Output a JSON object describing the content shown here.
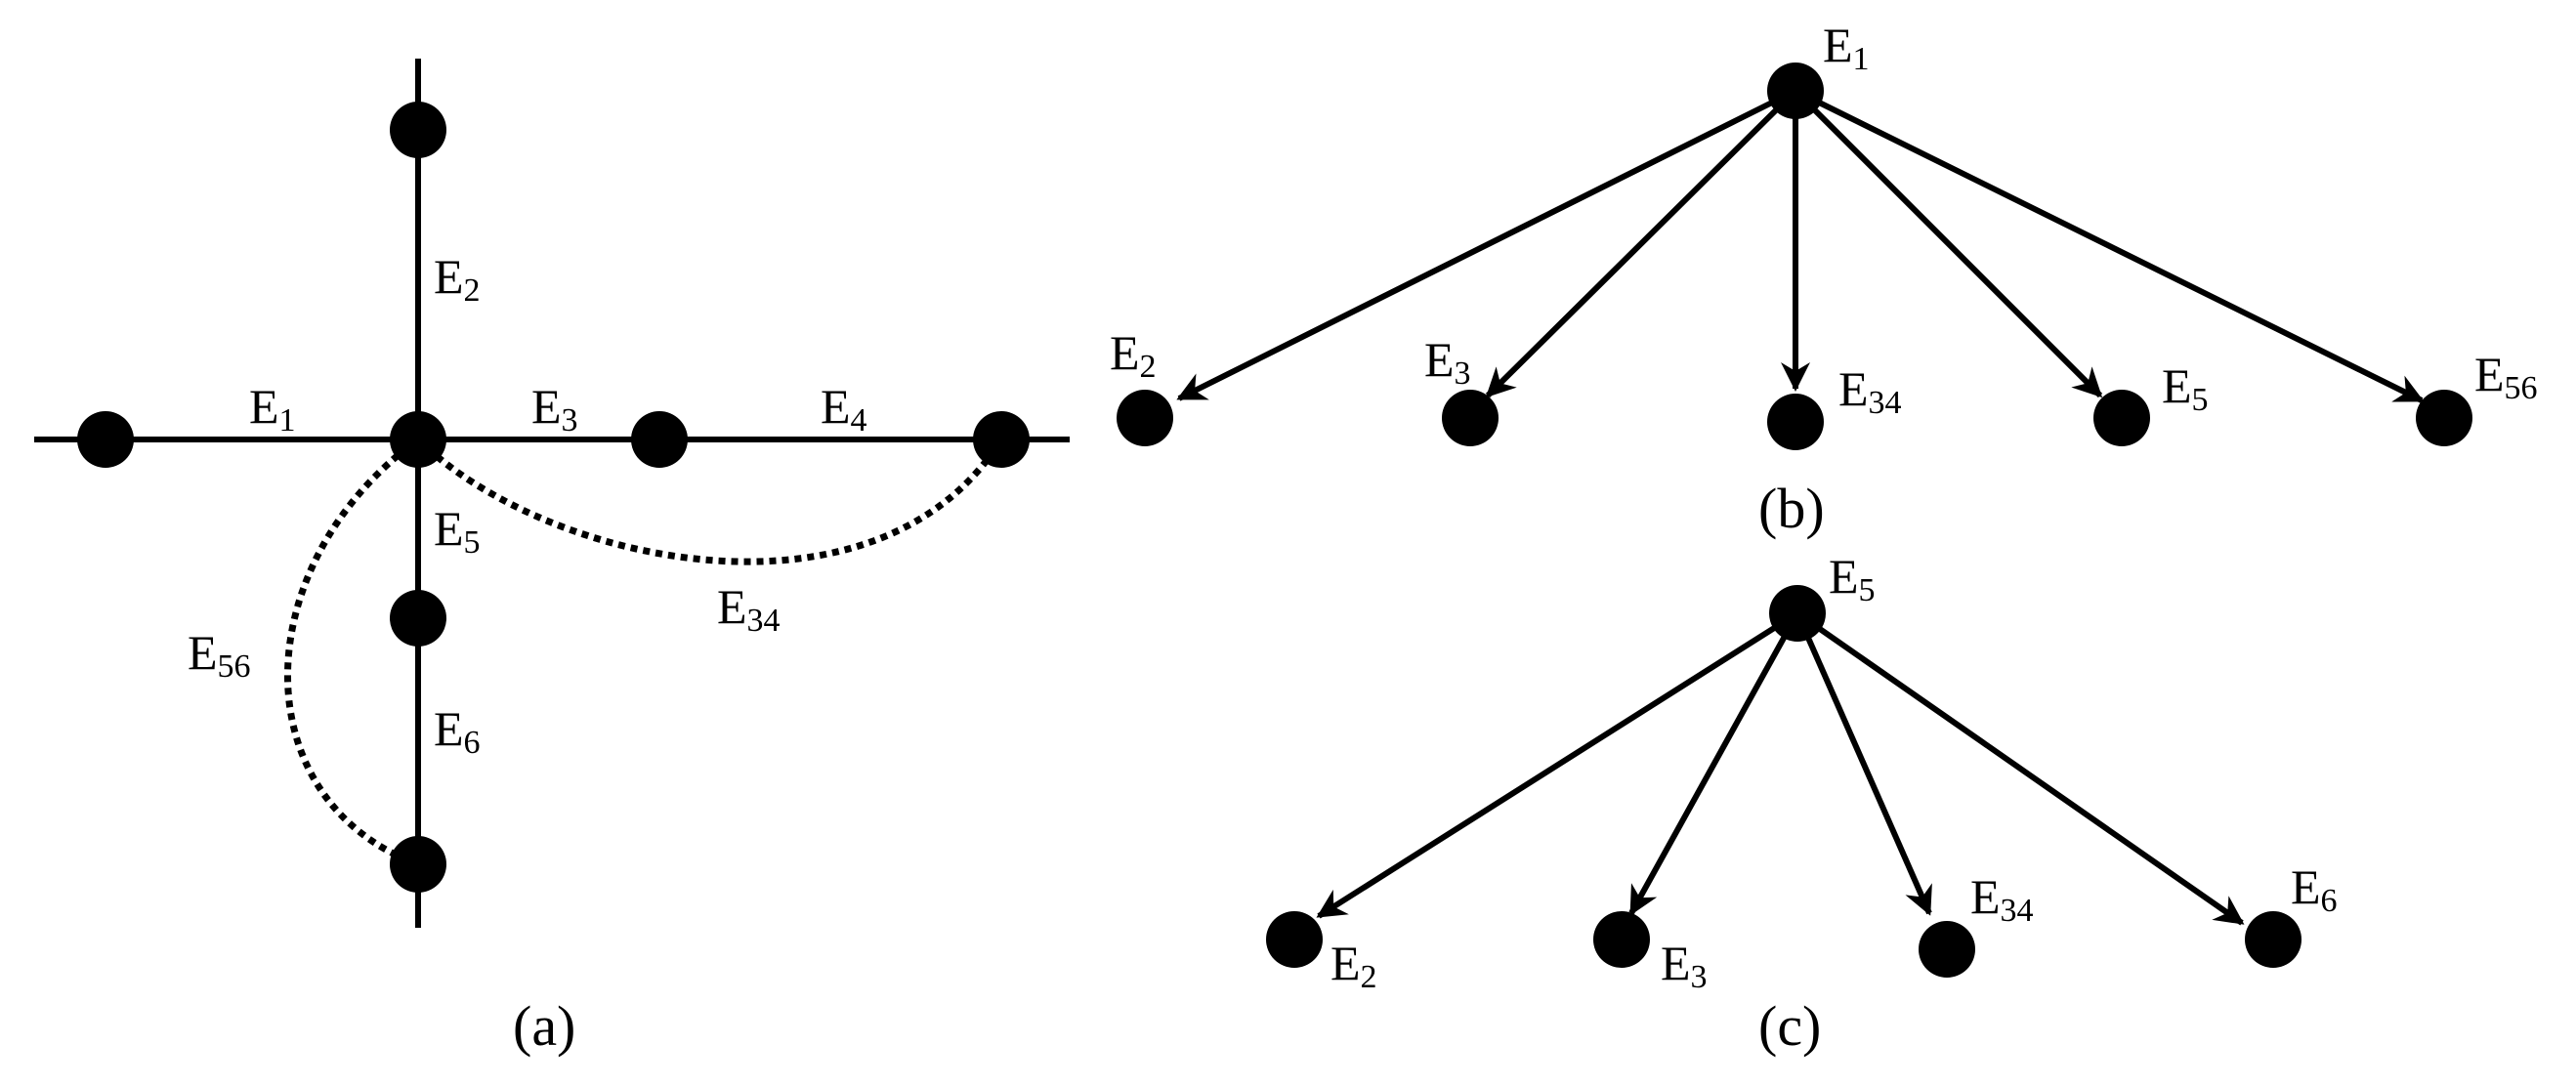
{
  "panels": {
    "a": {
      "caption": "(a)",
      "labels": {
        "e1": {
          "main": "E",
          "sub": "1"
        },
        "e2": {
          "main": "E",
          "sub": "2"
        },
        "e3": {
          "main": "E",
          "sub": "3"
        },
        "e4": {
          "main": "E",
          "sub": "4"
        },
        "e5": {
          "main": "E",
          "sub": "5"
        },
        "e6": {
          "main": "E",
          "sub": "6"
        },
        "e34": {
          "main": "E",
          "sub": "34"
        },
        "e56": {
          "main": "E",
          "sub": "56"
        }
      }
    },
    "b": {
      "caption": "(b)",
      "root": {
        "main": "E",
        "sub": "1"
      },
      "children": [
        {
          "main": "E",
          "sub": "2"
        },
        {
          "main": "E",
          "sub": "3"
        },
        {
          "main": "E",
          "sub": "34"
        },
        {
          "main": "E",
          "sub": "5"
        },
        {
          "main": "E",
          "sub": "56"
        }
      ]
    },
    "c": {
      "caption": "(c)",
      "root": {
        "main": "E",
        "sub": "5"
      },
      "children": [
        {
          "main": "E",
          "sub": "2"
        },
        {
          "main": "E",
          "sub": "3"
        },
        {
          "main": "E",
          "sub": "34"
        },
        {
          "main": "E",
          "sub": "6"
        }
      ]
    }
  }
}
